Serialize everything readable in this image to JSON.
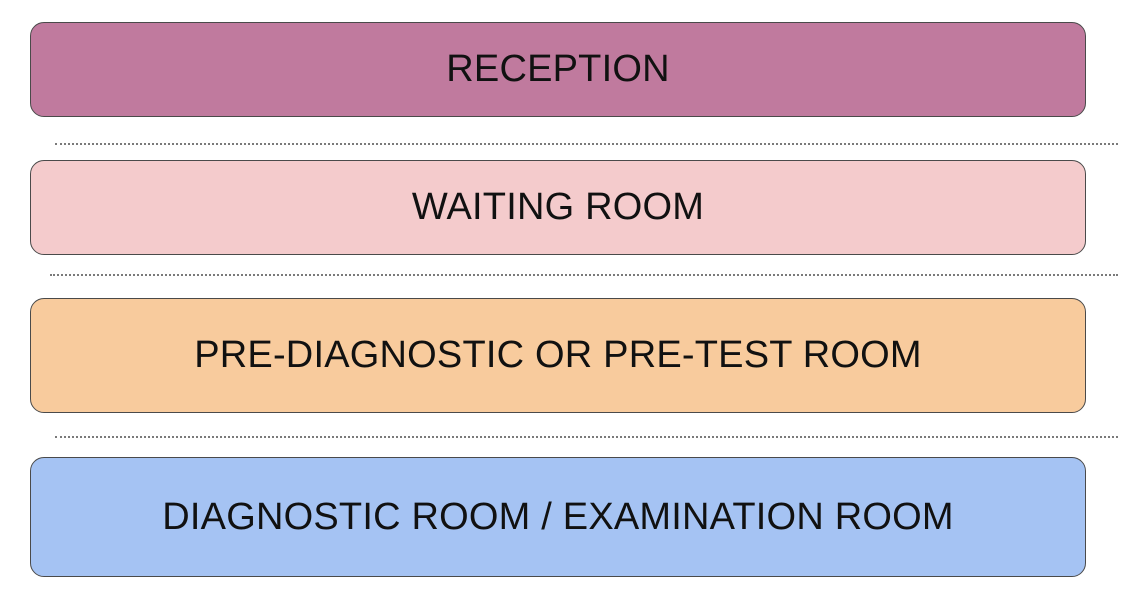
{
  "stages": [
    {
      "label": "RECEPTION",
      "color": "#c07a9e"
    },
    {
      "label": "WAITING ROOM",
      "color": "#f4cbcc"
    },
    {
      "label": "PRE-DIAGNOSTIC OR PRE-TEST ROOM",
      "color": "#f8cb9d"
    },
    {
      "label": "DIAGNOSTIC ROOM / EXAMINATION ROOM",
      "color": "#a5c3f3"
    }
  ],
  "separator_style": "dotted"
}
